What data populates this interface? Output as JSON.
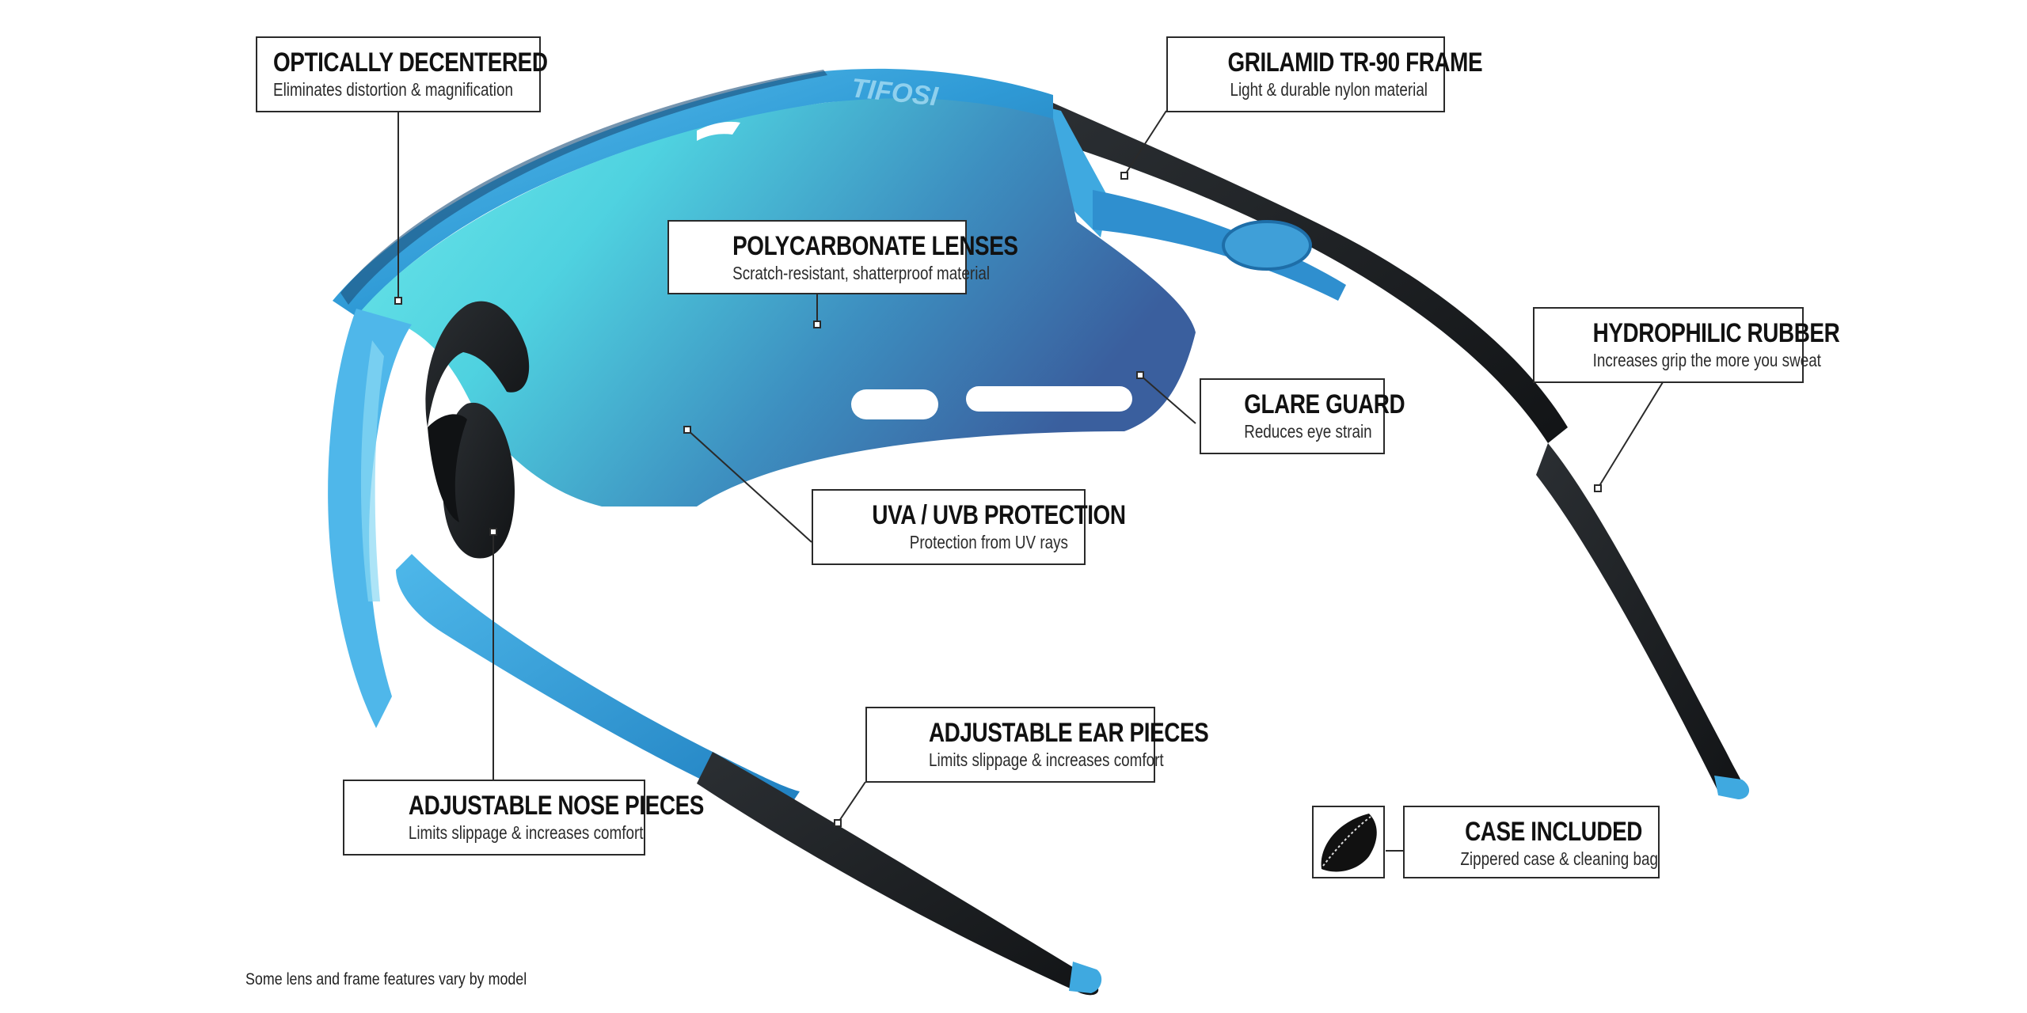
{
  "product": {
    "brand_mark": "TIFOSI"
  },
  "callouts": {
    "optically_decentered": {
      "title": "OPTICALLY DECENTERED",
      "subtitle": "Eliminates distortion & magnification"
    },
    "polycarbonate_lenses": {
      "title": "POLYCARBONATE LENSES",
      "subtitle": "Scratch-resistant, shatterproof material"
    },
    "grilamid_frame": {
      "title": "GRILAMID TR-90 FRAME",
      "subtitle": "Light & durable nylon material"
    },
    "hydrophilic_rubber": {
      "title": "HYDROPHILIC RUBBER",
      "subtitle": "Increases grip the more you sweat"
    },
    "glare_guard": {
      "title": "GLARE GUARD",
      "subtitle": "Reduces eye strain"
    },
    "uva_uvb": {
      "title": "UVA / UVB PROTECTION",
      "subtitle": "Protection from UV rays"
    },
    "adjustable_ear": {
      "title": "ADJUSTABLE EAR PIECES",
      "subtitle": "Limits slippage & increases comfort"
    },
    "adjustable_nose": {
      "title": "ADJUSTABLE NOSE PIECES",
      "subtitle": "Limits slippage & increases comfort"
    },
    "case_included": {
      "title": "CASE INCLUDED",
      "subtitle": "Zippered case & cleaning bag"
    }
  },
  "footnote": "Some lens and frame features vary by model",
  "colors": {
    "frame_blue": "#3fa9e0",
    "frame_dark_blue": "#1f78b8",
    "lens_cyan": "#5fe3e8",
    "lens_blue": "#3a6aa8",
    "rubber_black": "#1c1f22",
    "callout_border": "#2a2a2a"
  }
}
